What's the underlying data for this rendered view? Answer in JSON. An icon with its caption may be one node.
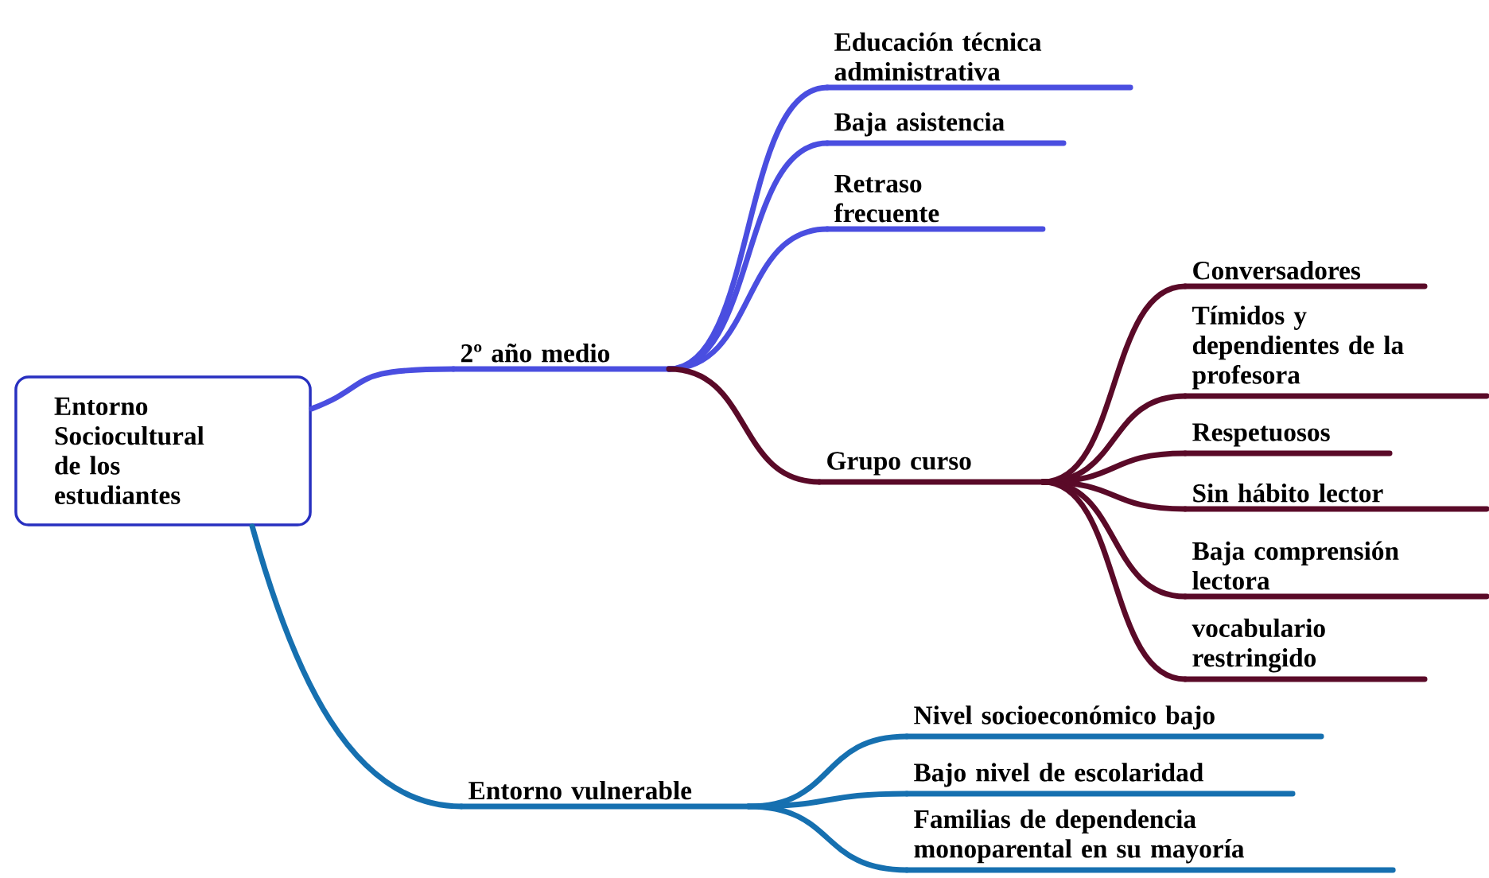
{
  "diagram": {
    "nodes": [
      {
        "text": [
          "Entorno Sociocultural de los estudiantes"
        ]
      },
      {
        "text": [
          "2º año medio"
        ]
      },
      {
        "text": [
          "Educación técnica administrativa"
        ]
      },
      {
        "text": [
          "Baja asistencia"
        ]
      },
      {
        "text": [
          "Retraso frecuente"
        ]
      },
      {
        "text": [
          "Grupo curso"
        ]
      },
      {
        "text": [
          "Conversadores"
        ]
      },
      {
        "text": [
          "Tímidos y dependientes de la profesora"
        ]
      },
      {
        "text": [
          "Respetuosos"
        ]
      },
      {
        "text": [
          "Sin hábito lector"
        ]
      },
      {
        "text": [
          "Baja comprensión lectora"
        ]
      },
      {
        "text": [
          "vocabulario restringido"
        ]
      },
      {
        "text": [
          "Entorno vulnerable"
        ]
      },
      {
        "text": [
          "Nivel socioeconómico bajo"
        ]
      },
      {
        "text": [
          "Bajo nivel de escolaridad"
        ]
      },
      {
        "text": [
          "Familias de dependencia monoparental en su mayoría"
        ]
      }
    ],
    "edges": [
      {
        "from": 0,
        "to": 1,
        "arrow": "none",
        "color": "#4a4ee0"
      },
      {
        "from": 1,
        "to": 2,
        "arrow": "none",
        "color": "#4a4ee0"
      },
      {
        "from": 1,
        "to": 3,
        "arrow": "none",
        "color": "#4a4ee0"
      },
      {
        "from": 1,
        "to": 4,
        "arrow": "none",
        "color": "#4a4ee0"
      },
      {
        "from": 1,
        "to": 5,
        "arrow": "none"
      },
      {
        "from": 5,
        "to": 6,
        "arrow": "none"
      },
      {
        "from": 5,
        "to": 7,
        "arrow": "none"
      },
      {
        "from": 5,
        "to": 8,
        "arrow": "none"
      },
      {
        "from": 5,
        "to": 9,
        "arrow": "none"
      },
      {
        "from": 5,
        "to": 10,
        "arrow": "none"
      },
      {
        "from": 5,
        "to": 11,
        "arrow": "none"
      },
      {
        "from": 0,
        "to": 12,
        "arrow": "none",
        "color": "#1670b0"
      },
      {
        "from": 12,
        "to": 13,
        "arrow": "none",
        "color": "#1670b0"
      },
      {
        "from": 12,
        "to": 14,
        "arrow": "none",
        "color": "#1670b0"
      },
      {
        "from": 12,
        "to": 15,
        "arrow": "none",
        "color": "#1670b0"
      }
    ]
  }
}
